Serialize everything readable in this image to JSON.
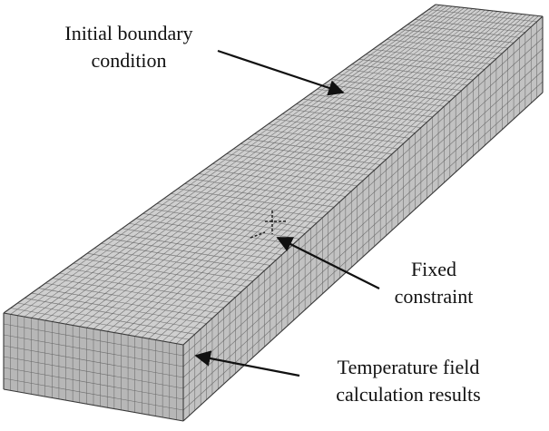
{
  "labels": {
    "initial_boundary": [
      "Initial boundary",
      "condition"
    ],
    "fixed_constraint": [
      "Fixed",
      "constraint"
    ],
    "temperature_field": [
      "Temperature field",
      "calculation results"
    ]
  },
  "mesh": {
    "length_divisions": 62,
    "width_divisions": 26,
    "depth_divisions": 7
  },
  "colors": {
    "background": "#ffffff",
    "top_face": "#cfcfcf",
    "side_face": "#c2c2c2",
    "end_face": "#b7b7b7",
    "mesh_line": "#6a6a6a",
    "edge": "#3a3a3a",
    "arrow": "#111111"
  }
}
